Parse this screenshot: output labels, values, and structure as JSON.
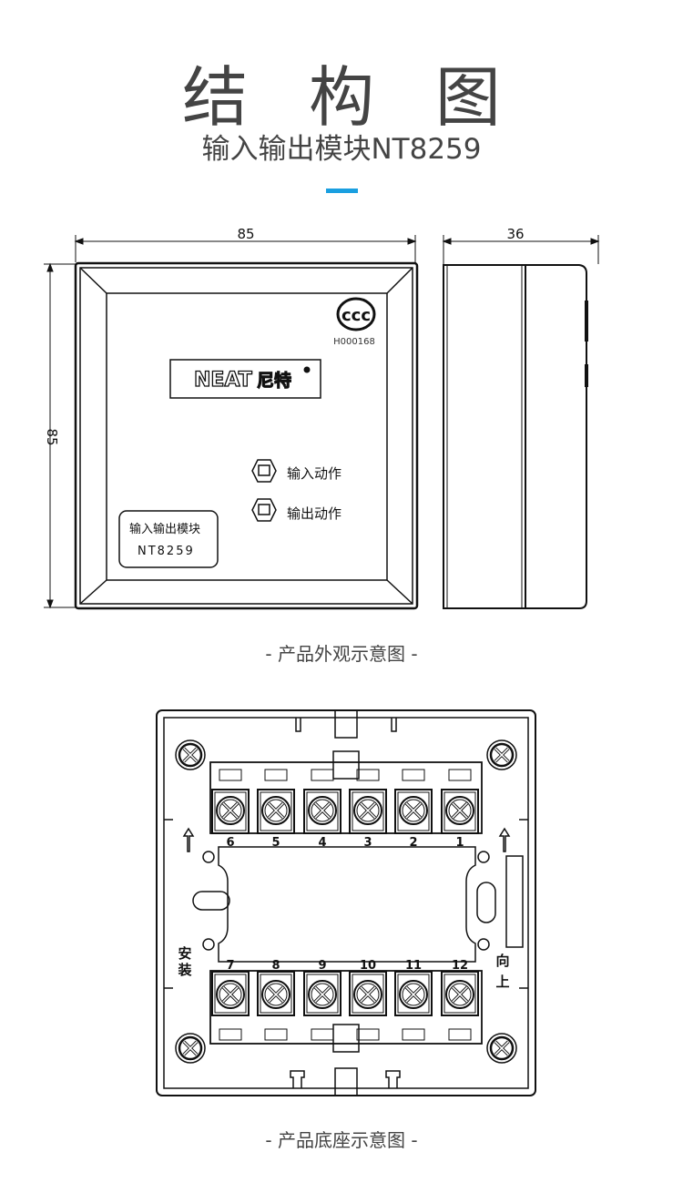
{
  "header": {
    "title": "结 构 图",
    "subtitle": "输入输出模块NT8259",
    "accent_color": "#1a9fe0"
  },
  "front_view": {
    "width_dim": "85",
    "height_dim": "85",
    "cert_code": "H000168",
    "brand": "NEAT",
    "brand_cn": "尼特",
    "indicators": [
      "输入动作",
      "输出动作"
    ],
    "label_name": "输入输出模块",
    "label_model": "NT8259"
  },
  "side_view": {
    "depth_dim": "36"
  },
  "caption_appearance": "- 产品外观示意图 -",
  "base_view": {
    "top_terminals": [
      "6",
      "5",
      "4",
      "3",
      "2",
      "1"
    ],
    "bottom_terminals": [
      "7",
      "8",
      "9",
      "10",
      "11",
      "12"
    ],
    "install_text_left": [
      "安",
      "装"
    ],
    "install_text_right": [
      "向",
      "上"
    ]
  },
  "caption_base": "- 产品底座示意图 -"
}
